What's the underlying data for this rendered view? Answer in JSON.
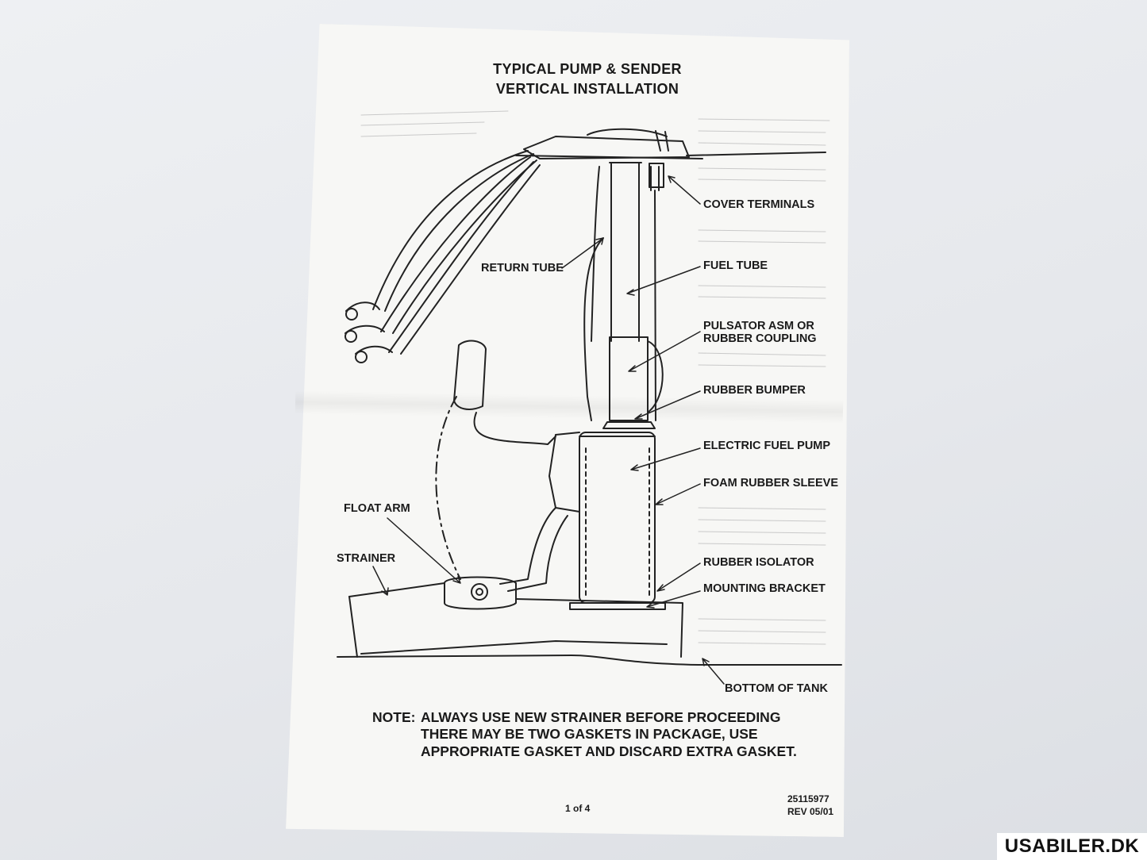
{
  "document": {
    "title_line1": "TYPICAL PUMP & SENDER",
    "title_line2": "VERTICAL INSTALLATION",
    "labels": {
      "cover_terminals": "COVER TERMINALS",
      "return_tube": "RETURN TUBE",
      "fuel_tube": "FUEL TUBE",
      "pulsator_line1": "PULSATOR ASM OR",
      "pulsator_line2": "RUBBER COUPLING",
      "rubber_bumper": "RUBBER BUMPER",
      "electric_fuel_pump": "ELECTRIC FUEL PUMP",
      "foam_rubber_sleeve": "FOAM RUBBER SLEEVE",
      "float_arm": "FLOAT ARM",
      "strainer": "STRAINER",
      "rubber_isolator": "RUBBER ISOLATOR",
      "mounting_bracket": "MOUNTING BRACKET",
      "bottom_of_tank": "BOTTOM OF TANK"
    },
    "note": {
      "key": "NOTE:",
      "line1": "ALWAYS USE NEW STRAINER BEFORE PROCEEDING",
      "line2": "THERE MAY BE TWO GASKETS IN PACKAGE, USE",
      "line3": "APPROPRIATE GASKET AND DISCARD EXTRA GASKET."
    },
    "page_number": "1 of 4",
    "part_number": "25115977",
    "revision": "REV 05/01"
  },
  "watermark": "USABILER.DK",
  "colors": {
    "ink": "#1a1a1a",
    "paper": "#f7f7f5",
    "background": "#e6e8ec"
  }
}
